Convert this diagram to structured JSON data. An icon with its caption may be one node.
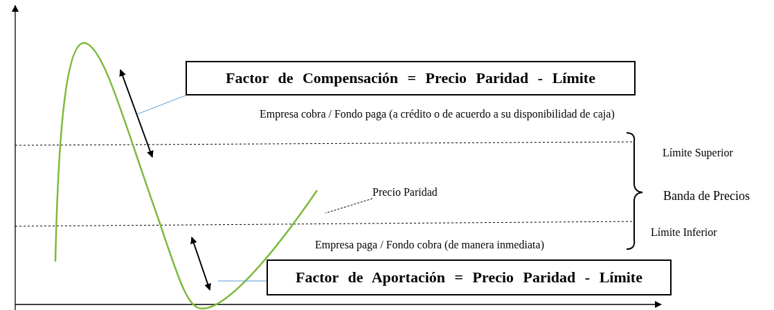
{
  "diagram": {
    "nodes": [
      {
        "text": [
          "Factor de Compensación = Precio Paridad - Límite"
        ]
      },
      {
        "text": [
          "Factor de Aportación = Precio Paridad - Límite"
        ]
      },
      {
        "text": [
          "Precio Paridad"
        ]
      }
    ],
    "edges": [
      {
        "from": 0,
        "to": null,
        "arrow": "none"
      },
      {
        "from": 1,
        "to": null,
        "arrow": "none"
      },
      {
        "from": 2,
        "to": null,
        "arrow": "none",
        "style": "dashed",
        "color": "#000000"
      }
    ],
    "labels": [
      "Empresa cobra / Fondo paga (a crédito o de acuerdo a su disponibilidad de caja)",
      "Límite Superior",
      "Banda de Precios",
      "Límite Inferior",
      "Empresa paga / Fondo cobra (de manera inmediata)"
    ]
  }
}
